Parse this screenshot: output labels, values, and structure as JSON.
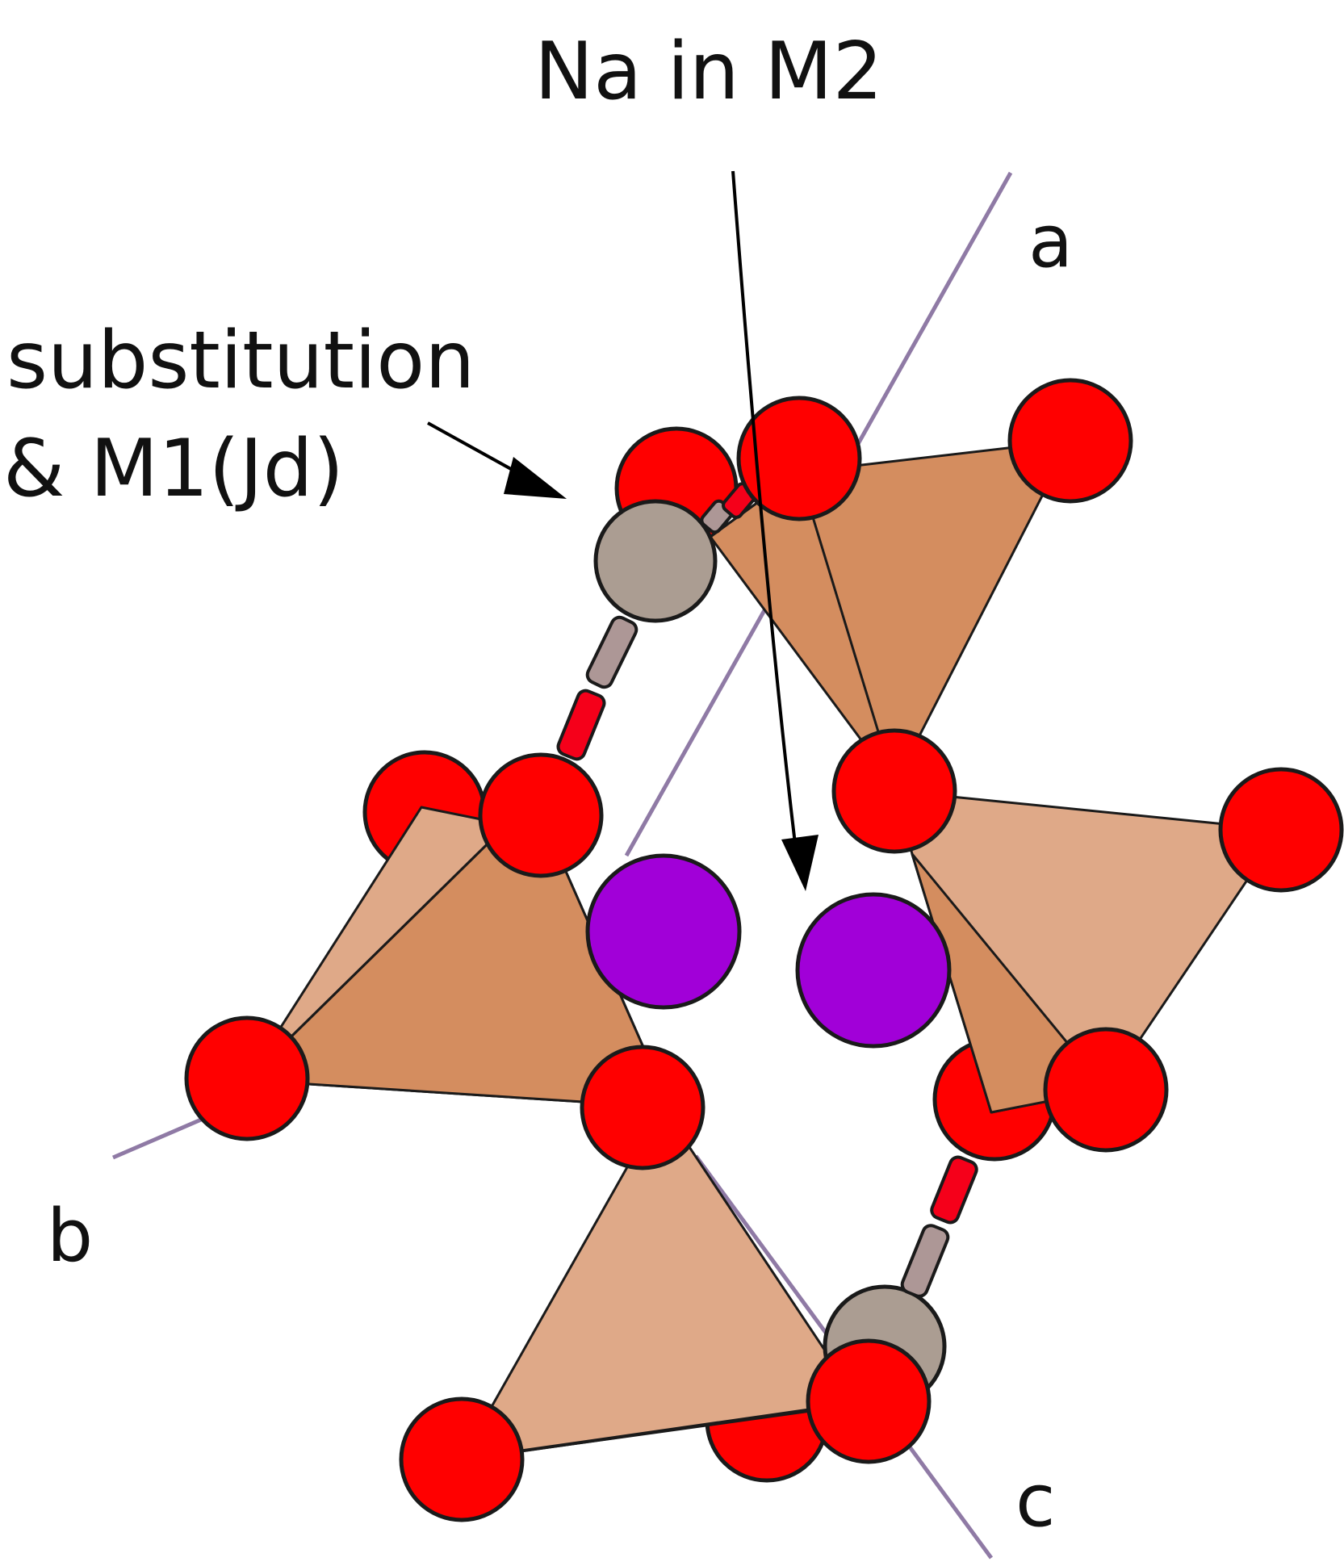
{
  "labels": {
    "na_in_m2": "Na in M2",
    "substitution_line1": "substitution",
    "substitution_line2": "& M1(Jd)",
    "axis_a": "a",
    "axis_b": "b",
    "axis_c": "c"
  },
  "colors": {
    "oxygen": "#ff0000",
    "sodium": "#a100d8",
    "m1_cation": "#ab9d92",
    "tetrahedron_light": "#dfa988",
    "tetrahedron_dark": "#d48d5f",
    "axis_line": "#8f7aa5"
  }
}
